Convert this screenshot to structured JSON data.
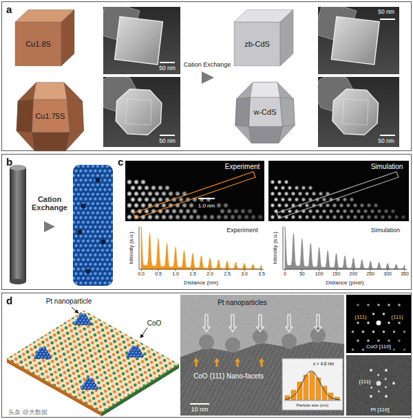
{
  "diagram": {
    "nodes": [
      {
        "text": [
          "a"
        ]
      },
      {
        "text": [
          "Cu1.8S"
        ],
        "in": 0
      },
      {
        "text": [
          "zb-CdS"
        ],
        "in": 0
      },
      {
        "text": [
          "Cu1.75S"
        ],
        "in": 0
      },
      {
        "text": [
          "w-CdS"
        ],
        "in": 0
      },
      {
        "text": [
          "b",
          "c"
        ]
      },
      {
        "text": [
          "d"
        ]
      }
    ],
    "labels": [
      "Cation Exchange",
      "50 nm",
      "50 nm",
      "50 nm",
      "50 nm",
      "Cation Exchange",
      "Experiment",
      "1.0 nm",
      "Simulation",
      "Intensity (a.u.)",
      "Distance (nm)",
      "0.0",
      "0.5",
      "1.0",
      "1.5",
      "2.0",
      "2.5",
      "3.0",
      "3.5",
      "Experiment",
      "Intensity (a.u.)",
      "Distance (pixel)",
      "0",
      "50",
      "100",
      "150",
      "200",
      "250",
      "300",
      "350",
      "Simulation",
      "Pt nanoparticle",
      "CoO",
      "Pt nanoparticles",
      "CoO {111} Nano-facets",
      "10 nm",
      "x = 4.6 nm",
      "Particle size (nm)",
      "(111)",
      "(111)",
      "CoO [110]",
      "{111}",
      "Pt [110]",
      "头条 @大数据"
    ]
  }
}
